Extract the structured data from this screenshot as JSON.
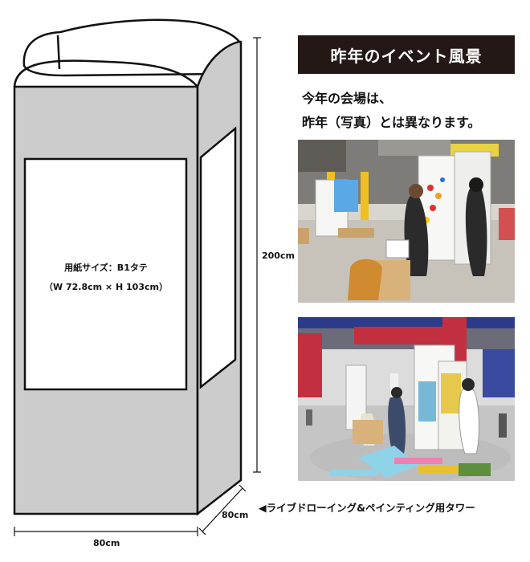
{
  "tower": {
    "paper_size_label": "用紙サイズ：B1タテ",
    "paper_dims_label": "（W 72.8cm × H 103cm）",
    "height_label": "200cm",
    "depth_label": "80cm",
    "width_label": "80cm"
  },
  "banner": {
    "title": "昨年のイベント風景"
  },
  "notice": {
    "line1": "今年の会場は、",
    "line2": "昨年（写真）とは異なります。"
  },
  "photos": [
    {
      "name": "last-year-event-photo-1"
    },
    {
      "name": "last-year-event-photo-2"
    }
  ],
  "caption": {
    "arrow": "◀",
    "text": "ライブドローイング&ペインティング用タワー"
  },
  "colors": {
    "tower_fill": "#cccccc",
    "banner_bg": "#231815",
    "outline": "#111111"
  }
}
